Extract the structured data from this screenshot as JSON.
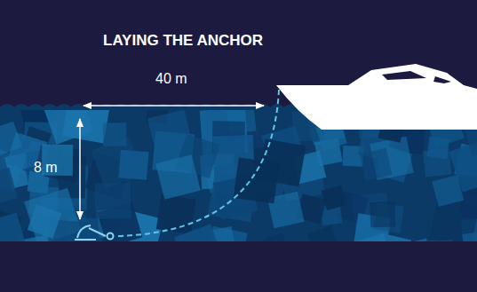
{
  "diagram": {
    "title": "LAYING THE ANCHOR",
    "labels": [
      "40 m",
      "8 m"
    ]
  }
}
